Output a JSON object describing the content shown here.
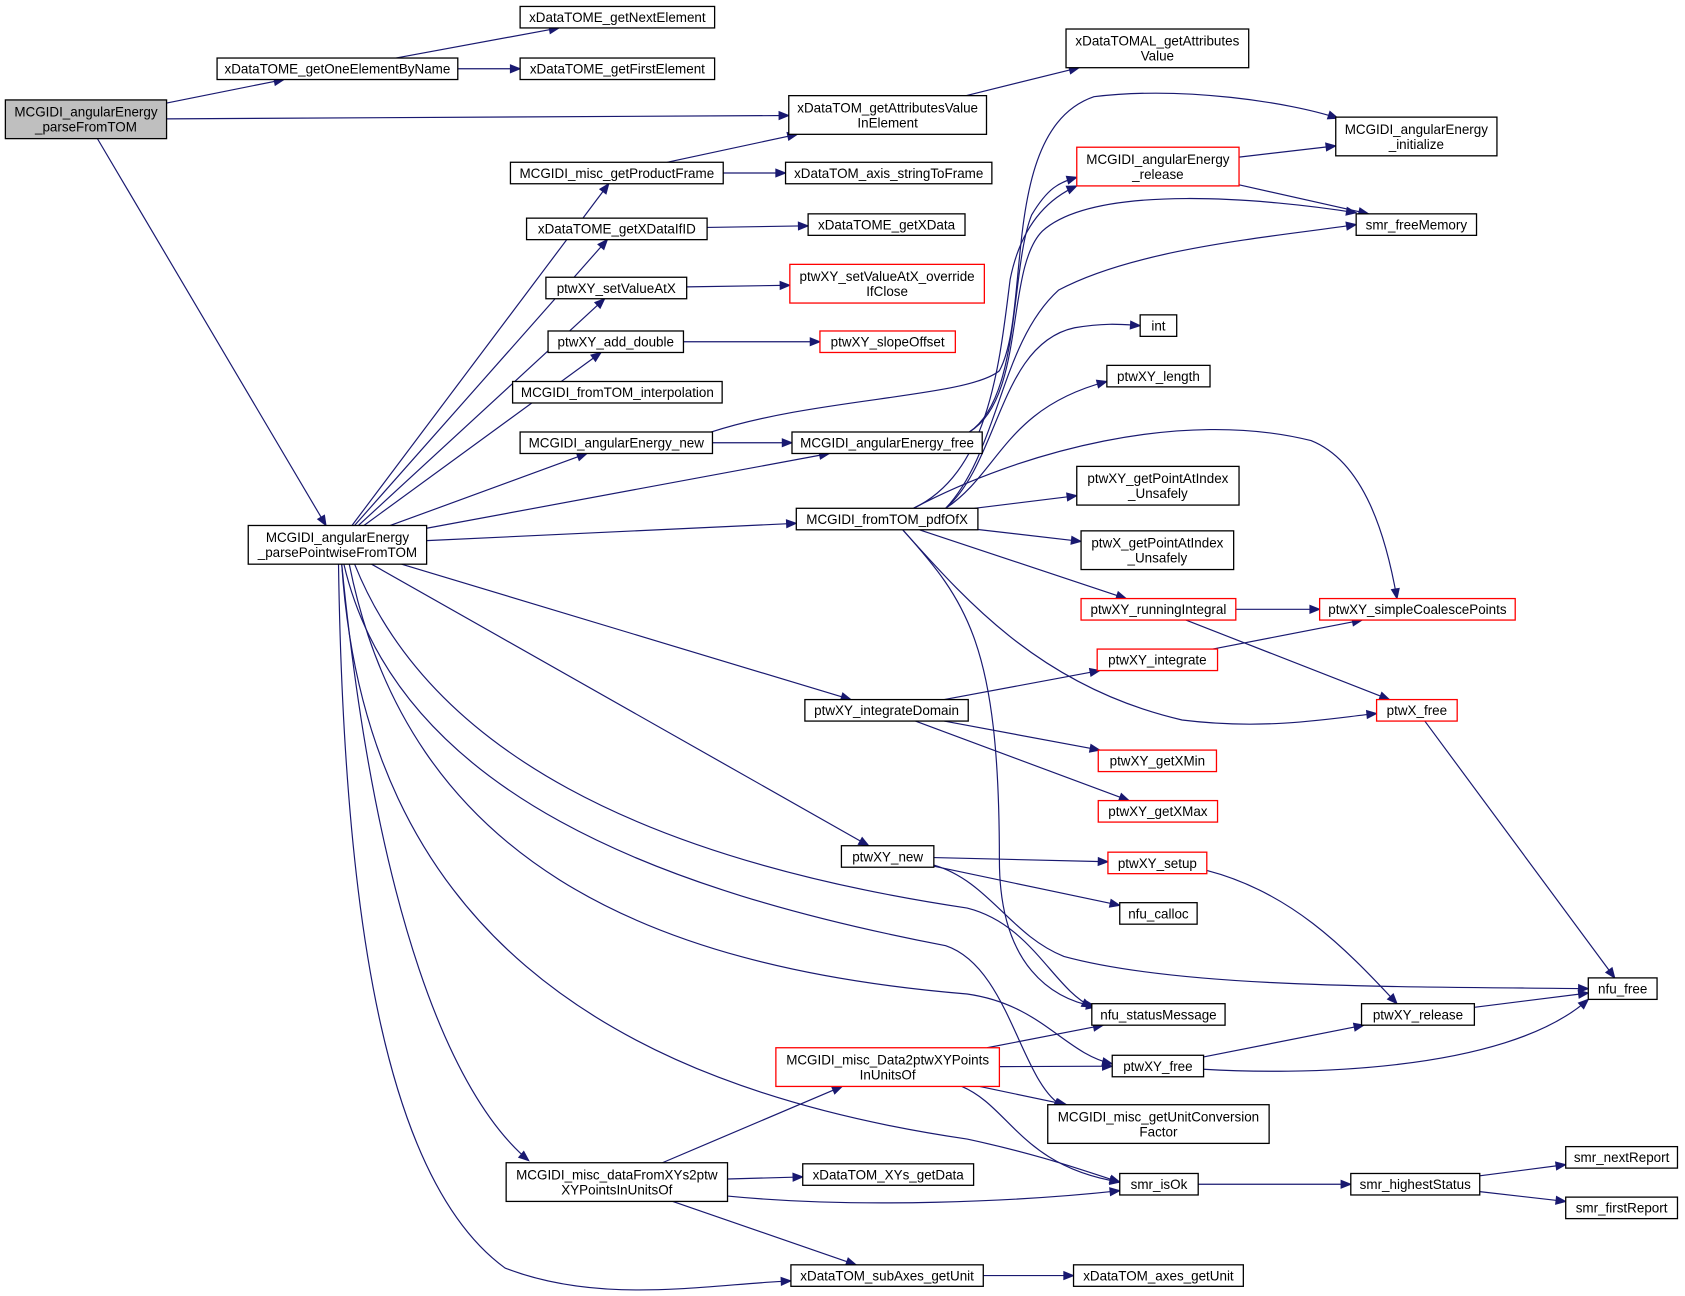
{
  "diagram": {
    "type": "call-graph",
    "colors": {
      "edge": "#191970",
      "root_fill": "#bfbfbf",
      "node_fill": "#ffffff",
      "node_border": "#000000",
      "truncated_border": "#ff0000"
    },
    "nodes": [
      {
        "id": "root",
        "lines": [
          "MCGIDI_angularEnergy",
          "_parseFromTOM"
        ],
        "style": "root"
      },
      {
        "id": "getOneElementByName",
        "lines": [
          "xDataTOME_getOneElementByName"
        ],
        "style": "normal"
      },
      {
        "id": "getNextElement",
        "lines": [
          "xDataTOME_getNextElement"
        ],
        "style": "normal"
      },
      {
        "id": "getFirstElement",
        "lines": [
          "xDataTOME_getFirstElement"
        ],
        "style": "normal"
      },
      {
        "id": "parsePointwise",
        "lines": [
          "MCGIDI_angularEnergy",
          "_parsePointwiseFromTOM"
        ],
        "style": "normal"
      },
      {
        "id": "getAttributesValueInElement",
        "lines": [
          "xDataTOM_getAttributesValue",
          "InElement"
        ],
        "style": "normal"
      },
      {
        "id": "getAttributesValue",
        "lines": [
          "xDataTOMAL_getAttributes",
          "Value"
        ],
        "style": "normal"
      },
      {
        "id": "getProductFrame",
        "lines": [
          "MCGIDI_misc_getProductFrame"
        ],
        "style": "normal"
      },
      {
        "id": "axisStringToFrame",
        "lines": [
          "xDataTOM_axis_stringToFrame"
        ],
        "style": "normal"
      },
      {
        "id": "getXDataIfID",
        "lines": [
          "xDataTOME_getXDataIfID"
        ],
        "style": "normal"
      },
      {
        "id": "getXData",
        "lines": [
          "xDataTOME_getXData"
        ],
        "style": "normal"
      },
      {
        "id": "setValueAtX",
        "lines": [
          "ptwXY_setValueAtX"
        ],
        "style": "normal"
      },
      {
        "id": "setValueAtXOverride",
        "lines": [
          "ptwXY_setValueAtX_override",
          "IfClose"
        ],
        "style": "truncated"
      },
      {
        "id": "addDouble",
        "lines": [
          "ptwXY_add_double"
        ],
        "style": "normal"
      },
      {
        "id": "slopeOffset",
        "lines": [
          "ptwXY_slopeOffset"
        ],
        "style": "truncated"
      },
      {
        "id": "fromTOMInterpolation",
        "lines": [
          "MCGIDI_fromTOM_interpolation"
        ],
        "style": "normal"
      },
      {
        "id": "angularEnergyNew",
        "lines": [
          "MCGIDI_angularEnergy_new"
        ],
        "style": "normal"
      },
      {
        "id": "angularEnergyFree",
        "lines": [
          "MCGIDI_angularEnergy_free"
        ],
        "style": "normal"
      },
      {
        "id": "angularEnergyRelease",
        "lines": [
          "MCGIDI_angularEnergy",
          "_release"
        ],
        "style": "truncated"
      },
      {
        "id": "angularEnergyInitialize",
        "lines": [
          "MCGIDI_angularEnergy",
          "_initialize"
        ],
        "style": "normal"
      },
      {
        "id": "smrFreeMemory",
        "lines": [
          "smr_freeMemory"
        ],
        "style": "normal"
      },
      {
        "id": "int",
        "lines": [
          "int"
        ],
        "style": "normal"
      },
      {
        "id": "ptwXYLength",
        "lines": [
          "ptwXY_length"
        ],
        "style": "normal"
      },
      {
        "id": "pdfOfX",
        "lines": [
          "MCGIDI_fromTOM_pdfOfX"
        ],
        "style": "normal"
      },
      {
        "id": "getPointAtIndexUnsafely",
        "lines": [
          "ptwXY_getPointAtIndex",
          "_Unsafely"
        ],
        "style": "normal"
      },
      {
        "id": "ptwXGetPointAtIndexUnsafely",
        "lines": [
          "ptwX_getPointAtIndex",
          "_Unsafely"
        ],
        "style": "normal"
      },
      {
        "id": "runningIntegral",
        "lines": [
          "ptwXY_runningIntegral"
        ],
        "style": "truncated"
      },
      {
        "id": "simpleCoalescePoints",
        "lines": [
          "ptwXY_simpleCoalescePoints"
        ],
        "style": "truncated"
      },
      {
        "id": "integrate",
        "lines": [
          "ptwXY_integrate"
        ],
        "style": "truncated"
      },
      {
        "id": "integrateDomain",
        "lines": [
          "ptwXY_integrateDomain"
        ],
        "style": "normal"
      },
      {
        "id": "ptwXFree",
        "lines": [
          "ptwX_free"
        ],
        "style": "truncated"
      },
      {
        "id": "getXMin",
        "lines": [
          "ptwXY_getXMin"
        ],
        "style": "truncated"
      },
      {
        "id": "getXMax",
        "lines": [
          "ptwXY_getXMax"
        ],
        "style": "truncated"
      },
      {
        "id": "ptwXYNew",
        "lines": [
          "ptwXY_new"
        ],
        "style": "normal"
      },
      {
        "id": "ptwXYSetup",
        "lines": [
          "ptwXY_setup"
        ],
        "style": "truncated"
      },
      {
        "id": "nfuCalloc",
        "lines": [
          "nfu_calloc"
        ],
        "style": "normal"
      },
      {
        "id": "nfuFree",
        "lines": [
          "nfu_free"
        ],
        "style": "normal"
      },
      {
        "id": "nfuStatusMessage",
        "lines": [
          "nfu_statusMessage"
        ],
        "style": "normal"
      },
      {
        "id": "ptwXYRelease",
        "lines": [
          "ptwXY_release"
        ],
        "style": "normal"
      },
      {
        "id": "data2ptwXYPoints",
        "lines": [
          "MCGIDI_misc_Data2ptwXYPoints",
          "InUnitsOf"
        ],
        "style": "truncated"
      },
      {
        "id": "ptwXYFree",
        "lines": [
          "ptwXY_free"
        ],
        "style": "normal"
      },
      {
        "id": "getUnitConversionFactor",
        "lines": [
          "MCGIDI_misc_getUnitConversion",
          "Factor"
        ],
        "style": "normal"
      },
      {
        "id": "dataFromXYs2ptw",
        "lines": [
          "MCGIDI_misc_dataFromXYs2ptw",
          "XYPointsInUnitsOf"
        ],
        "style": "normal"
      },
      {
        "id": "xysGetData",
        "lines": [
          "xDataTOM_XYs_getData"
        ],
        "style": "normal"
      },
      {
        "id": "smrIsOk",
        "lines": [
          "smr_isOk"
        ],
        "style": "normal"
      },
      {
        "id": "smrHighestStatus",
        "lines": [
          "smr_highestStatus"
        ],
        "style": "normal"
      },
      {
        "id": "smrNextReport",
        "lines": [
          "smr_nextReport"
        ],
        "style": "normal"
      },
      {
        "id": "smrFirstReport",
        "lines": [
          "smr_firstReport"
        ],
        "style": "normal"
      },
      {
        "id": "subAxesGetUnit",
        "lines": [
          "xDataTOM_subAxes_getUnit"
        ],
        "style": "normal"
      },
      {
        "id": "axesGetUnit",
        "lines": [
          "xDataTOM_axes_getUnit"
        ],
        "style": "normal"
      }
    ],
    "edges": [
      [
        "root",
        "getOneElementByName"
      ],
      [
        "root",
        "getAttributesValueInElement"
      ],
      [
        "root",
        "parsePointwise"
      ],
      [
        "getOneElementByName",
        "getNextElement"
      ],
      [
        "getOneElementByName",
        "getFirstElement"
      ],
      [
        "getAttributesValueInElement",
        "getAttributesValue"
      ],
      [
        "getProductFrame",
        "getAttributesValueInElement"
      ],
      [
        "getProductFrame",
        "axisStringToFrame"
      ],
      [
        "getXDataIfID",
        "getXData"
      ],
      [
        "setValueAtX",
        "setValueAtXOverride"
      ],
      [
        "addDouble",
        "slopeOffset"
      ],
      [
        "angularEnergyNew",
        "angularEnergyFree"
      ],
      [
        "angularEnergyNew",
        "angularEnergyInitialize"
      ],
      [
        "angularEnergyFree",
        "angularEnergyRelease"
      ],
      [
        "angularEnergyFree",
        "smrFreeMemory"
      ],
      [
        "angularEnergyRelease",
        "angularEnergyInitialize"
      ],
      [
        "angularEnergyRelease",
        "smrFreeMemory"
      ],
      [
        "parsePointwise",
        "getProductFrame"
      ],
      [
        "parsePointwise",
        "getXDataIfID"
      ],
      [
        "parsePointwise",
        "setValueAtX"
      ],
      [
        "parsePointwise",
        "addDouble"
      ],
      [
        "parsePointwise",
        "angularEnergyNew"
      ],
      [
        "parsePointwise",
        "angularEnergyFree"
      ],
      [
        "parsePointwise",
        "pdfOfX"
      ],
      [
        "parsePointwise",
        "integrateDomain"
      ],
      [
        "parsePointwise",
        "ptwXYNew"
      ],
      [
        "parsePointwise",
        "nfuStatusMessage"
      ],
      [
        "parsePointwise",
        "ptwXYFree"
      ],
      [
        "parsePointwise",
        "getUnitConversionFactor"
      ],
      [
        "parsePointwise",
        "smrIsOk"
      ],
      [
        "parsePointwise",
        "dataFromXYs2ptw"
      ],
      [
        "parsePointwise",
        "subAxesGetUnit"
      ],
      [
        "pdfOfX",
        "smrFreeMemory"
      ],
      [
        "pdfOfX",
        "int"
      ],
      [
        "pdfOfX",
        "ptwXYLength"
      ],
      [
        "pdfOfX",
        "simpleCoalescePoints"
      ],
      [
        "pdfOfX",
        "getPointAtIndexUnsafely"
      ],
      [
        "pdfOfX",
        "ptwXGetPointAtIndexUnsafely"
      ],
      [
        "pdfOfX",
        "runningIntegral"
      ],
      [
        "pdfOfX",
        "ptwXFree"
      ],
      [
        "pdfOfX",
        "nfuStatusMessage"
      ],
      [
        "pdfOfX",
        "angularEnergyRelease"
      ],
      [
        "runningIntegral",
        "simpleCoalescePoints"
      ],
      [
        "runningIntegral",
        "ptwXFree"
      ],
      [
        "integrate",
        "simpleCoalescePoints"
      ],
      [
        "integrateDomain",
        "integrate"
      ],
      [
        "integrateDomain",
        "getXMin"
      ],
      [
        "integrateDomain",
        "getXMax"
      ],
      [
        "ptwXFree",
        "nfuFree"
      ],
      [
        "ptwXYNew",
        "ptwXYSetup"
      ],
      [
        "ptwXYNew",
        "nfuCalloc"
      ],
      [
        "ptwXYNew",
        "nfuFree"
      ],
      [
        "ptwXYSetup",
        "ptwXYRelease"
      ],
      [
        "ptwXYRelease",
        "nfuFree"
      ],
      [
        "ptwXYFree",
        "ptwXYRelease"
      ],
      [
        "ptwXYFree",
        "nfuFree"
      ],
      [
        "data2ptwXYPoints",
        "nfuStatusMessage"
      ],
      [
        "data2ptwXYPoints",
        "ptwXYFree"
      ],
      [
        "data2ptwXYPoints",
        "getUnitConversionFactor"
      ],
      [
        "data2ptwXYPoints",
        "smrIsOk"
      ],
      [
        "dataFromXYs2ptw",
        "data2ptwXYPoints"
      ],
      [
        "dataFromXYs2ptw",
        "xysGetData"
      ],
      [
        "dataFromXYs2ptw",
        "smrIsOk"
      ],
      [
        "dataFromXYs2ptw",
        "subAxesGetUnit"
      ],
      [
        "smrIsOk",
        "smrHighestStatus"
      ],
      [
        "smrHighestStatus",
        "smrNextReport"
      ],
      [
        "smrHighestStatus",
        "smrFirstReport"
      ],
      [
        "subAxesGetUnit",
        "axesGetUnit"
      ]
    ]
  }
}
